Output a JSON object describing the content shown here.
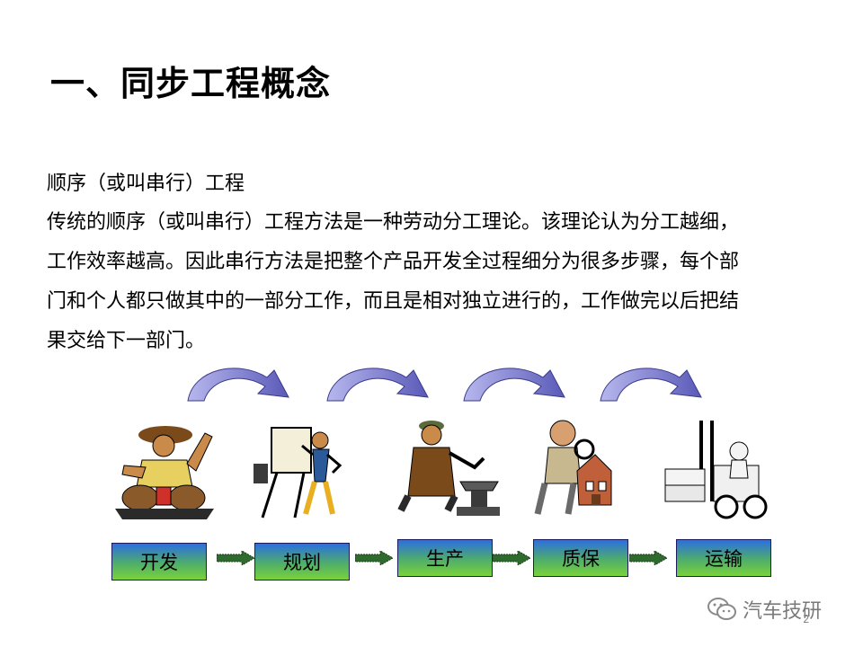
{
  "slide": {
    "title": "一、同步工程概念",
    "subtitle": "顺序（或叫串行）工程",
    "body_lines": [
      "传统的顺序（或叫串行）工程方法是一种劳动分工理论。该理论认为分工越细，",
      "工作效率越高。因此串行方法是把整个产品开发全过程细分为很多步骤，每个部",
      "门和个人都只做其中的一部分工作，而且是相对独立进行的，工作做完以后把结",
      "果交给下一部门。"
    ],
    "page_number": "2"
  },
  "process": {
    "stages": [
      "开发",
      "规划",
      "生产",
      "质保",
      "运输"
    ],
    "colors": {
      "box_top": "#2b6fe0",
      "box_bottom": "#7ad23a",
      "arc_arrow": "#8a8ad8",
      "small_arrow": "#2f6b2f"
    }
  },
  "watermark": {
    "text": "汽车技研",
    "icon": "wechat-icon"
  }
}
